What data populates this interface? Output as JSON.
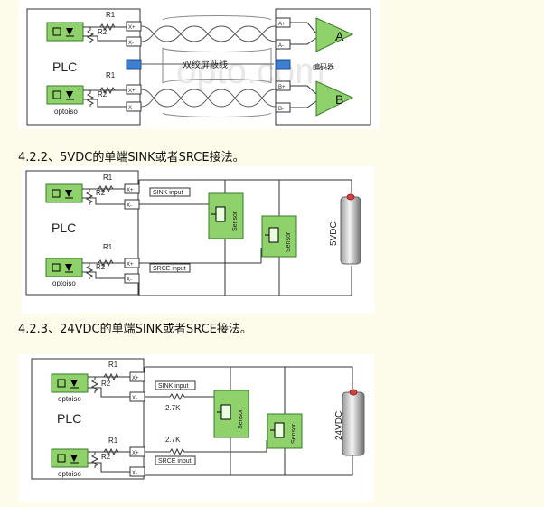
{
  "colors": {
    "page_bg": "#fdfbe9",
    "green": "#8fd16a",
    "green_dark": "#3a7a2a",
    "line": "#333333",
    "cable": "#7c7c7c"
  },
  "section1": {
    "plc_label": "PLC",
    "optoiso": "optoiso",
    "r1": "R1",
    "r2": "R2",
    "cable_label": "双绞屏蔽线",
    "encoder_label": "编码器",
    "channel_a": "A",
    "channel_b": "B",
    "watermark": "opto.com",
    "terms_left": [
      "X+",
      "X-",
      "X+",
      "X-"
    ],
    "terms_right": [
      "A+",
      "A-",
      "B+",
      "B-"
    ]
  },
  "heading2": "4.2.2、5VDC的单端SINK或者SRCE接法。",
  "section2": {
    "plc_label": "PLC",
    "optoiso": "optoiso",
    "r1": "R1",
    "r2": "R2",
    "sink_label": "SINK input",
    "srce_label": "SRCE input",
    "sensor_label": "Sensor",
    "voltage": "5VDC",
    "terms": [
      "X+",
      "X-",
      "X+",
      "X-"
    ]
  },
  "heading3": "4.2.3、24VDC的单端SINK或者SRCE接法。",
  "section3": {
    "plc_label": "PLC",
    "optoiso": "optoiso",
    "r1": "R1",
    "r2": "R2",
    "sink_label": "SINK input",
    "srce_label": "SRCE input",
    "resistor_value": "2.7K",
    "sensor_label": "Sensor",
    "voltage": "24VDC",
    "terms": [
      "X+",
      "X-",
      "X+",
      "X-"
    ]
  }
}
